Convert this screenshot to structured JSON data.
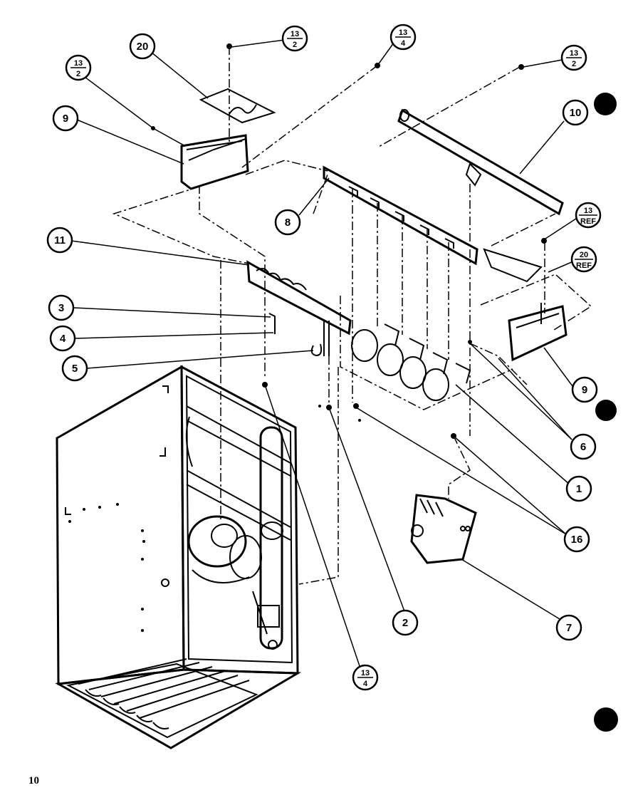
{
  "page": {
    "number": "10"
  },
  "callouts": [
    {
      "id": "c20a",
      "label": "20"
    },
    {
      "id": "c13-2a",
      "num": "13",
      "den": "2"
    },
    {
      "id": "c13-2b",
      "num": "13",
      "den": "2"
    },
    {
      "id": "c13-4a",
      "num": "13",
      "den": "4"
    },
    {
      "id": "c13-2c",
      "num": "13",
      "den": "2"
    },
    {
      "id": "c9a",
      "label": "9"
    },
    {
      "id": "c10",
      "label": "10"
    },
    {
      "id": "c8",
      "label": "8"
    },
    {
      "id": "c13ref",
      "num": "13",
      "den": "REF"
    },
    {
      "id": "c20ref",
      "num": "20",
      "den": "REF"
    },
    {
      "id": "c11",
      "label": "11"
    },
    {
      "id": "c3",
      "label": "3"
    },
    {
      "id": "c4",
      "label": "4"
    },
    {
      "id": "c5",
      "label": "5"
    },
    {
      "id": "c9b",
      "label": "9"
    },
    {
      "id": "c6",
      "label": "6"
    },
    {
      "id": "c1",
      "label": "1"
    },
    {
      "id": "c16",
      "label": "16"
    },
    {
      "id": "c2",
      "label": "2"
    },
    {
      "id": "c7",
      "label": "7"
    },
    {
      "id": "c13-4b",
      "num": "13",
      "den": "4"
    }
  ]
}
